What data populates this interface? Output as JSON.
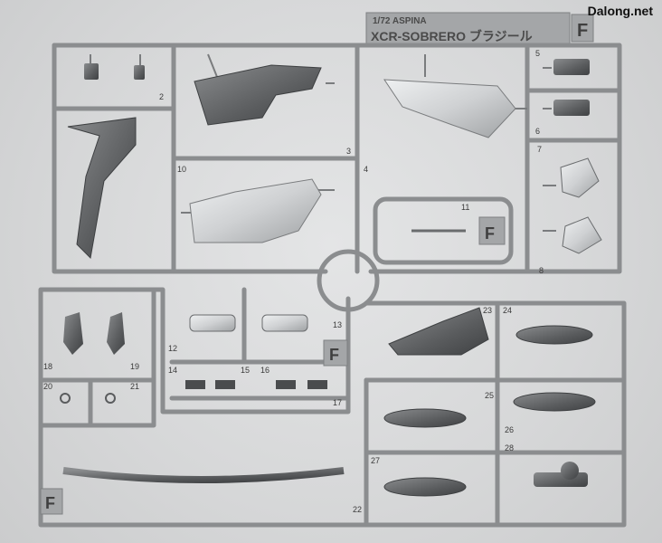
{
  "watermark": "Dalong.net",
  "header": {
    "scale_line": "1/72 ASPINA",
    "model_line": "XCR-SOBRERO ブラジール",
    "sprue_letter": "F"
  },
  "tab_letters": {
    "right_tab": "F",
    "center_tab": "F",
    "corner_tab": "F"
  },
  "part_numbers": [
    "2",
    "3",
    "4",
    "5",
    "6",
    "7",
    "8",
    "10",
    "11",
    "12",
    "13",
    "14",
    "15",
    "16",
    "17",
    "18",
    "19",
    "20",
    "21",
    "22",
    "23",
    "24",
    "25",
    "26",
    "27",
    "28"
  ],
  "colors": {
    "sprue": "#8b8d8f",
    "sprue_dark": "#5f6163",
    "part_light": "#d7d9db",
    "part_dark": "#56585a",
    "background": "#d9dadb"
  }
}
